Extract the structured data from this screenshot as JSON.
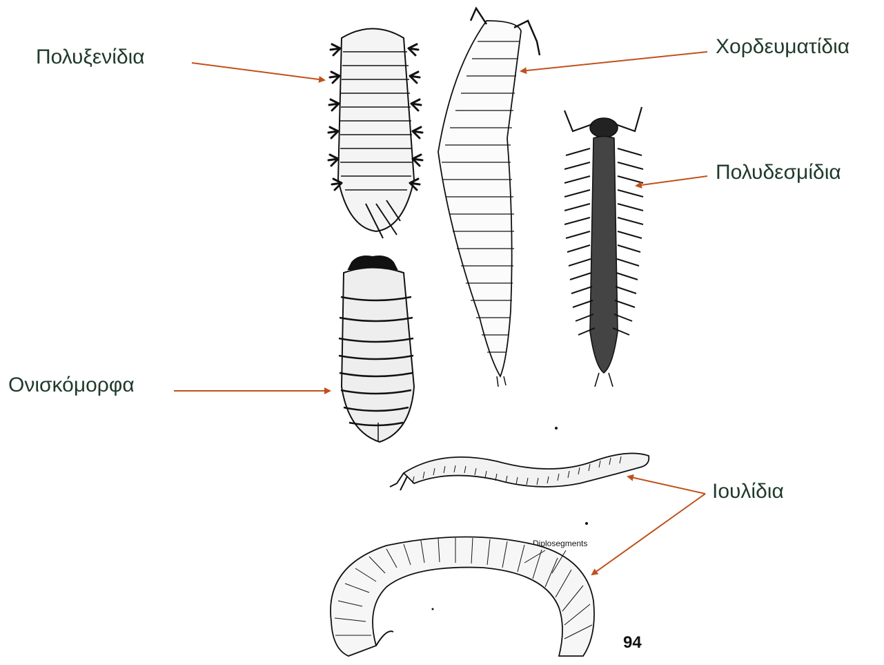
{
  "labels": {
    "polyxenida": "Πολυξενίδια",
    "chordeumatida": "Χορδευματίδια",
    "polydesmida": "Πολυδεσμίδια",
    "oniscomorpha": "Ονισκόμορφα",
    "julida": "Ιουλίδια"
  },
  "annotation": "Diplosegments",
  "page_number": "94",
  "colors": {
    "label_text": "#1f3a2b",
    "arrow": "#c0501a",
    "ink": "#111111"
  }
}
